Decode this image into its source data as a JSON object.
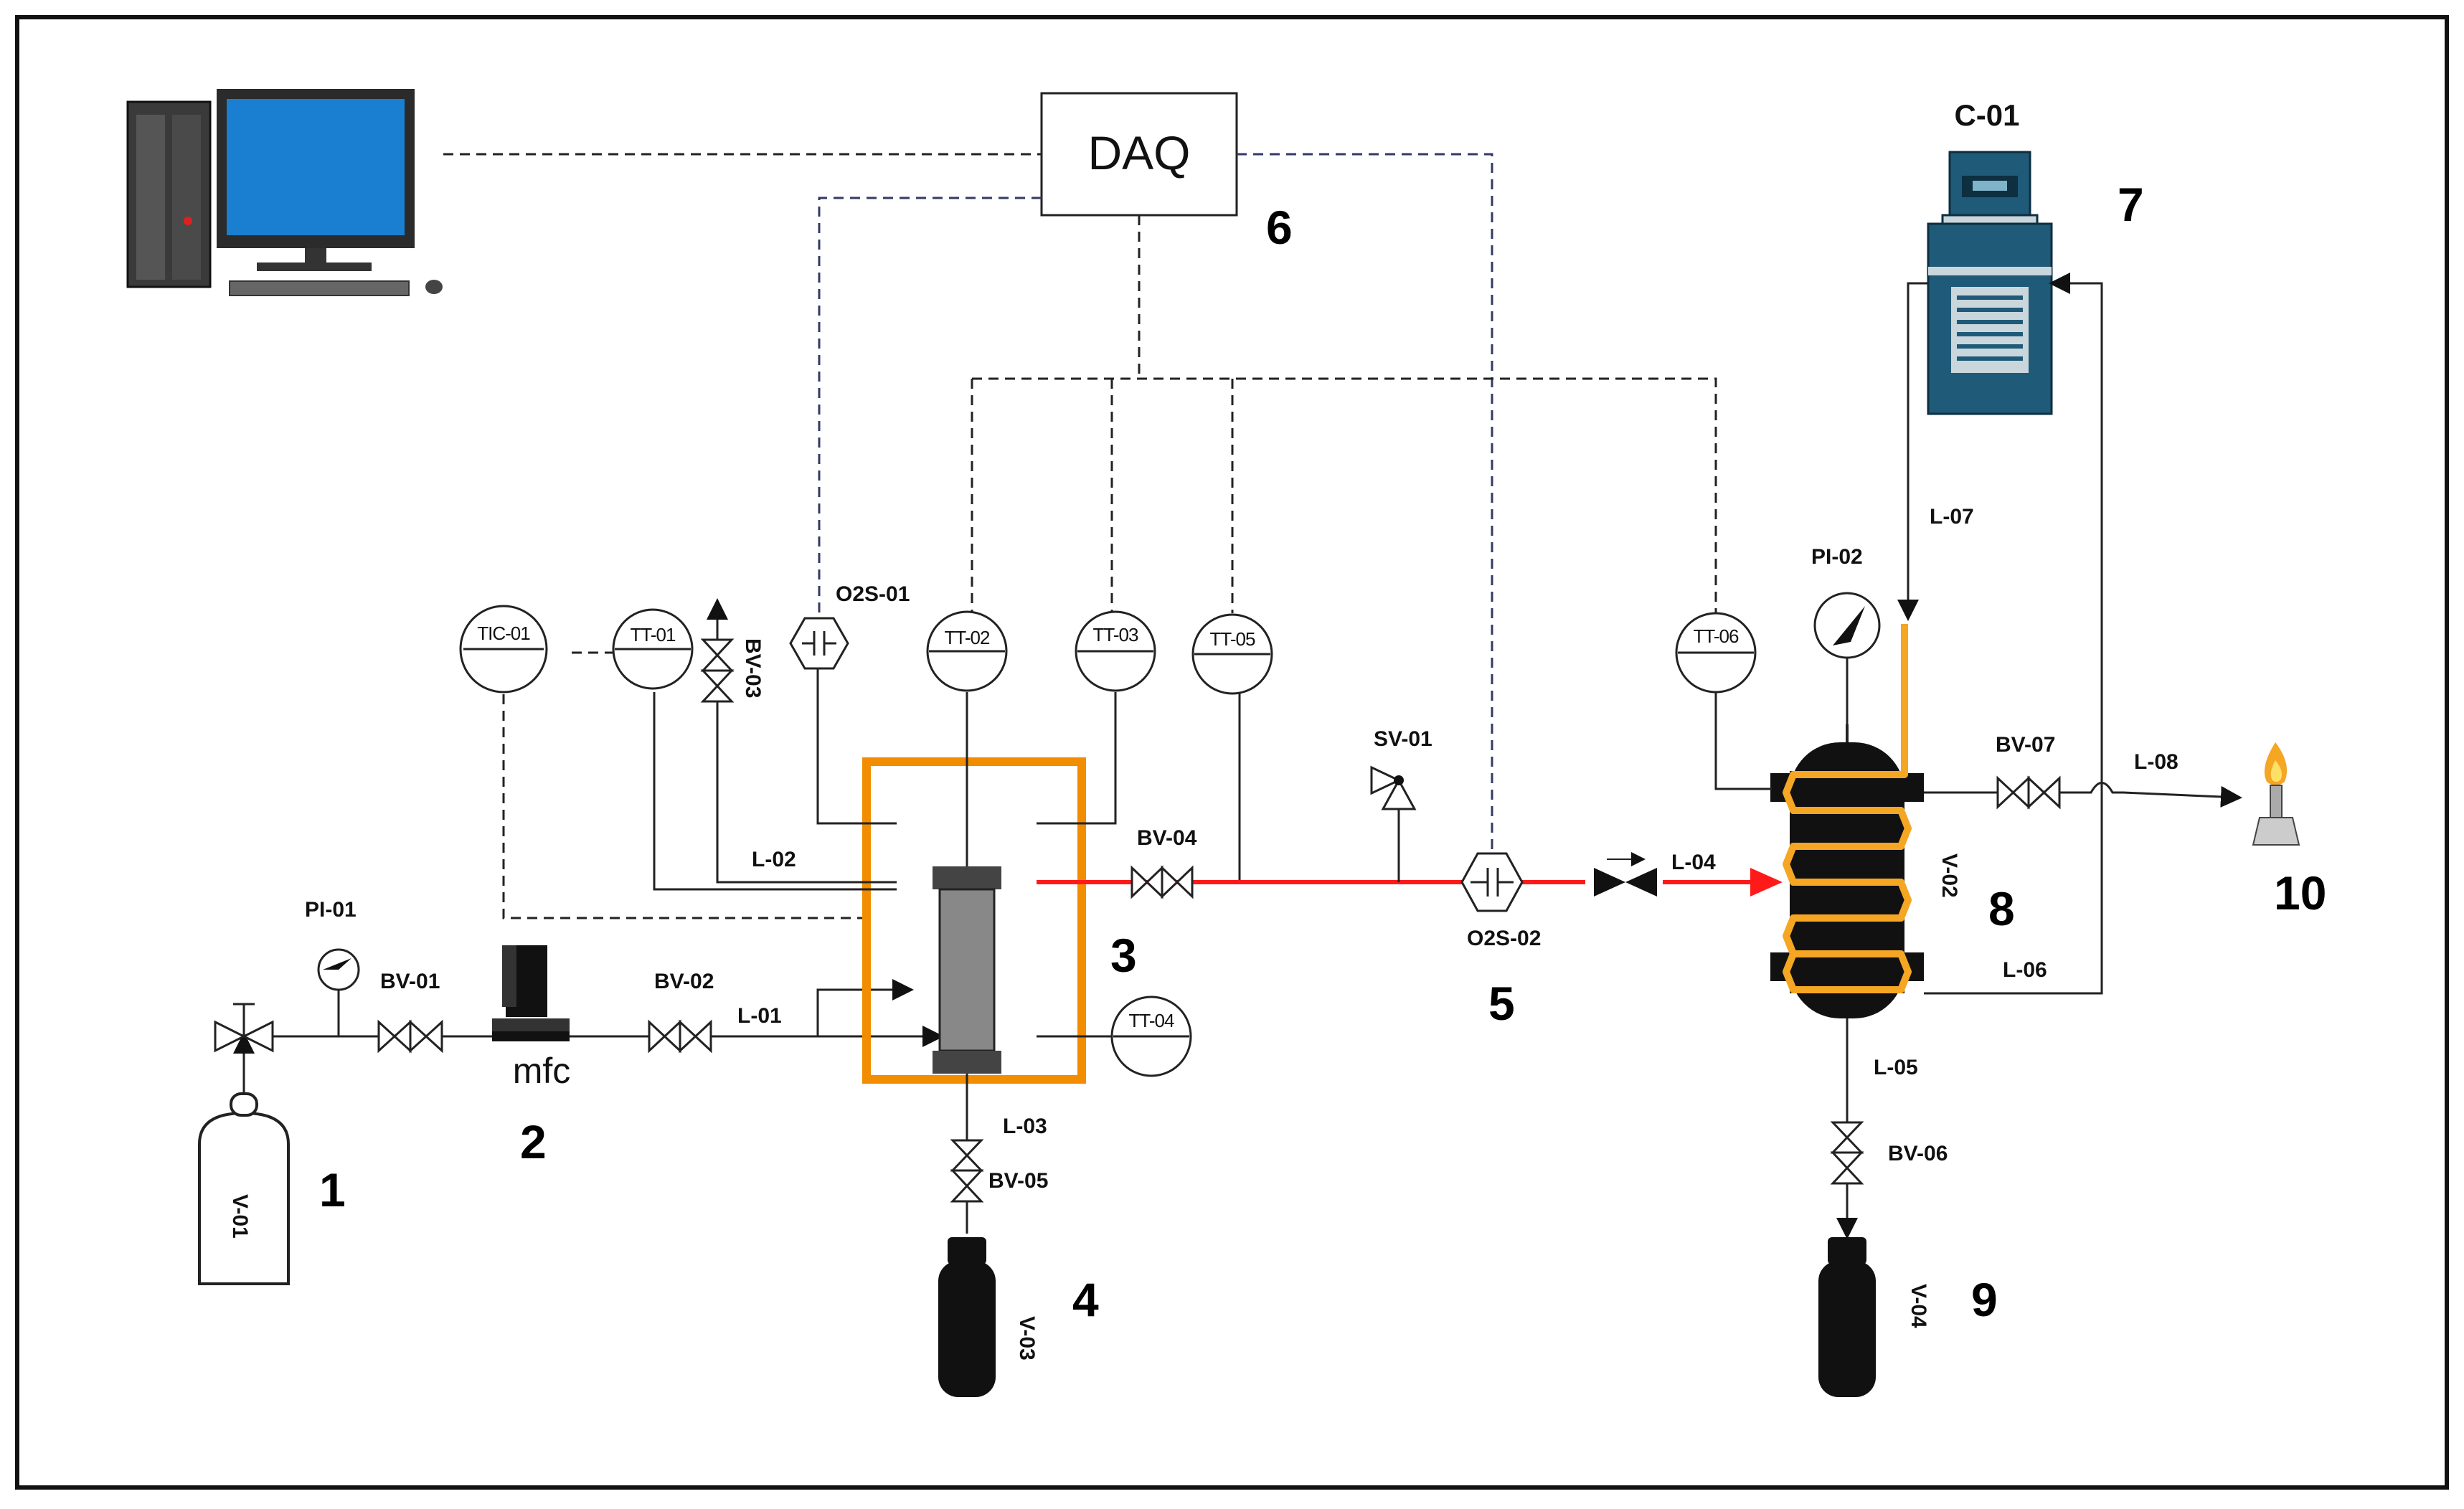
{
  "labels": {
    "daq": "DAQ",
    "chiller": "C-01",
    "mfc": "mfc",
    "v01": "V-01",
    "v02": "V-02",
    "v03": "V-03",
    "v04": "V-04",
    "pi01": "PI-01",
    "pi02": "PI-02",
    "bv01": "BV-01",
    "bv02": "BV-02",
    "bv03": "BV-03",
    "bv04": "BV-04",
    "bv05": "BV-05",
    "bv06": "BV-06",
    "bv07": "BV-07",
    "l01": "L-01",
    "l02": "L-02",
    "l03": "L-03",
    "l04": "L-04",
    "l05": "L-05",
    "l06": "L-06",
    "l07": "L-07",
    "l08": "L-08",
    "sv01": "SV-01",
    "o2s01": "O2S-01",
    "o2s02": "O2S-02",
    "tic01": "TIC-01",
    "tt01": "TT-01",
    "tt02": "TT-02",
    "tt03": "TT-03",
    "tt04": "TT-04",
    "tt05": "TT-05",
    "tt06": "TT-06"
  },
  "numbers": {
    "n1": "1",
    "n2": "2",
    "n3": "3",
    "n4": "4",
    "n5": "5",
    "n6": "6",
    "n7": "7",
    "n8": "8",
    "n9": "9",
    "n10": "10"
  },
  "colors": {
    "hot_line": "#ff1a1a",
    "reactor_frame": "#f28c00",
    "cooling_coil": "#f5a623",
    "chiller_body": "#1f5a78",
    "monitor_screen": "#1a7fd0"
  },
  "icons": [
    "computer-icon",
    "flame-icon",
    "pressure-gauge-icon",
    "gas-cylinder-icon",
    "chiller-icon"
  ]
}
